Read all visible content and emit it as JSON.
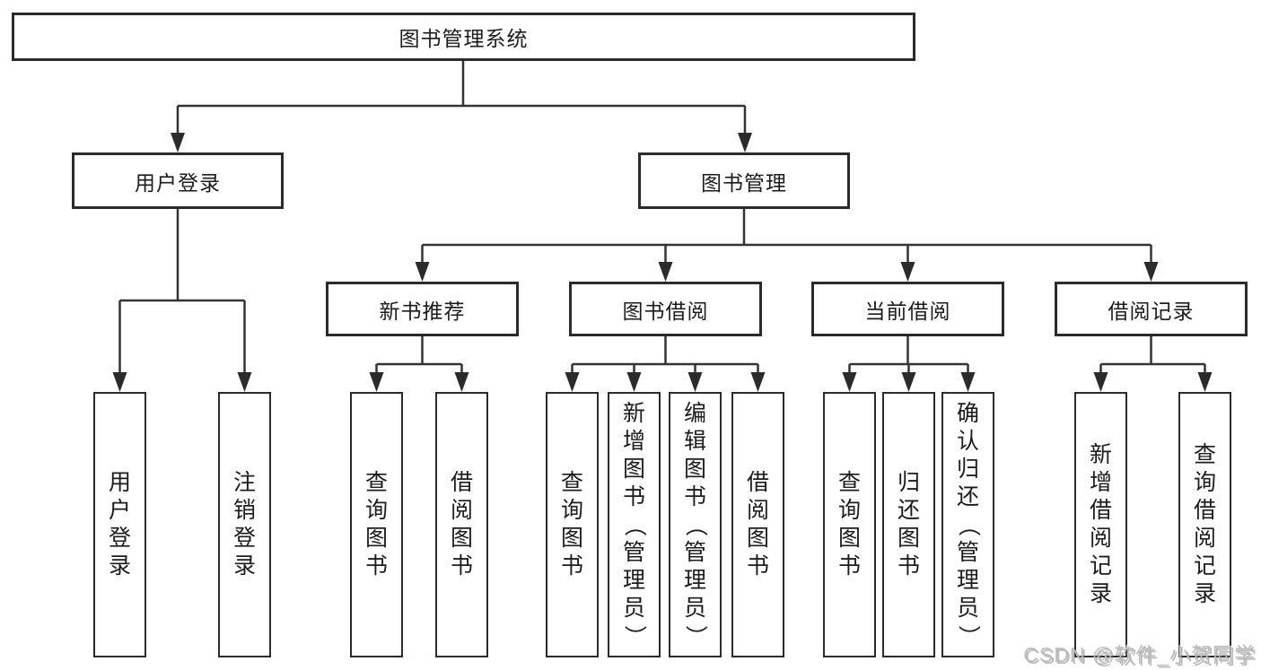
{
  "tree": {
    "root": {
      "label": "图书管理系统"
    },
    "branches": [
      {
        "label": "用户登录",
        "children": [
          {
            "label": "用户登录"
          },
          {
            "label": "注销登录"
          }
        ]
      },
      {
        "label": "图书管理",
        "children": [
          {
            "label": "新书推荐",
            "children": [
              {
                "label": "查询图书"
              },
              {
                "label": "借阅图书"
              }
            ]
          },
          {
            "label": "图书借阅",
            "children": [
              {
                "label": "查询图书"
              },
              {
                "label": "新增图书（管理员）"
              },
              {
                "label": "编辑图书（管理员）"
              },
              {
                "label": "借阅图书"
              }
            ]
          },
          {
            "label": "当前借阅",
            "children": [
              {
                "label": "查询图书"
              },
              {
                "label": "归还图书"
              },
              {
                "label": "确认归还（管理员）"
              }
            ]
          },
          {
            "label": "借阅记录",
            "children": [
              {
                "label": "新增借阅记录"
              },
              {
                "label": "查询借阅记录"
              }
            ]
          }
        ]
      }
    ]
  },
  "colors": {
    "line": "#333333",
    "box_border": "#2b2b2b",
    "text": "#1c1c1c",
    "watermark": "#bcbcbc"
  },
  "watermark": {
    "text": "CSDN @软件_小贺同学"
  }
}
